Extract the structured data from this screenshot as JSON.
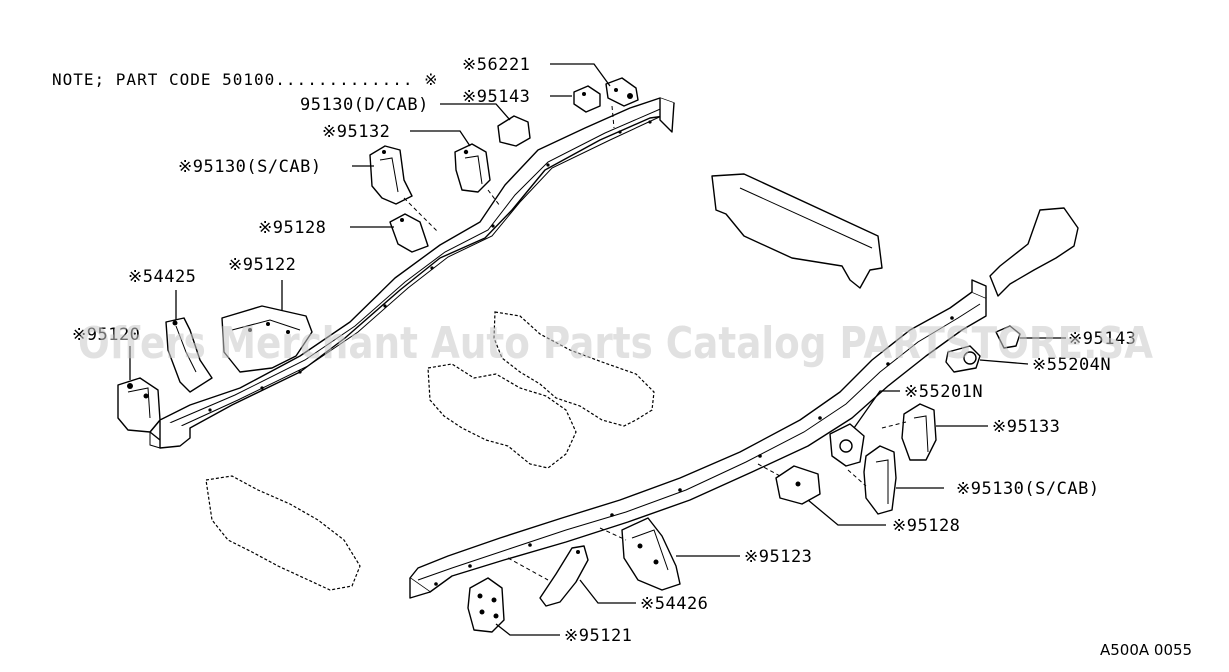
{
  "note": "NOTE; PART CODE 50100............. ※",
  "diagram_code": "A500A 0055",
  "watermark": "Offers Merchant Auto Parts Catalog PARTSTORE.SA",
  "labels": {
    "l56221": "※56221",
    "l95143_top": "※95143",
    "l95130_dcab": "95130(D/CAB)",
    "l95132": "※95132",
    "l95130_scab_left": "※95130(S/CAB)",
    "l95128_left": "※95128",
    "l54425": "※54425",
    "l95122": "※95122",
    "l95120": "※95120",
    "l95143_right": "※95143",
    "l55204n": "※55204N",
    "l55201n": "※55201N",
    "l95133": "※95133",
    "l95130_scab_right": "※95130(S/CAB)",
    "l95128_right": "※95128",
    "l95123": "※95123",
    "l54426": "※54426",
    "l95121": "※95121"
  }
}
